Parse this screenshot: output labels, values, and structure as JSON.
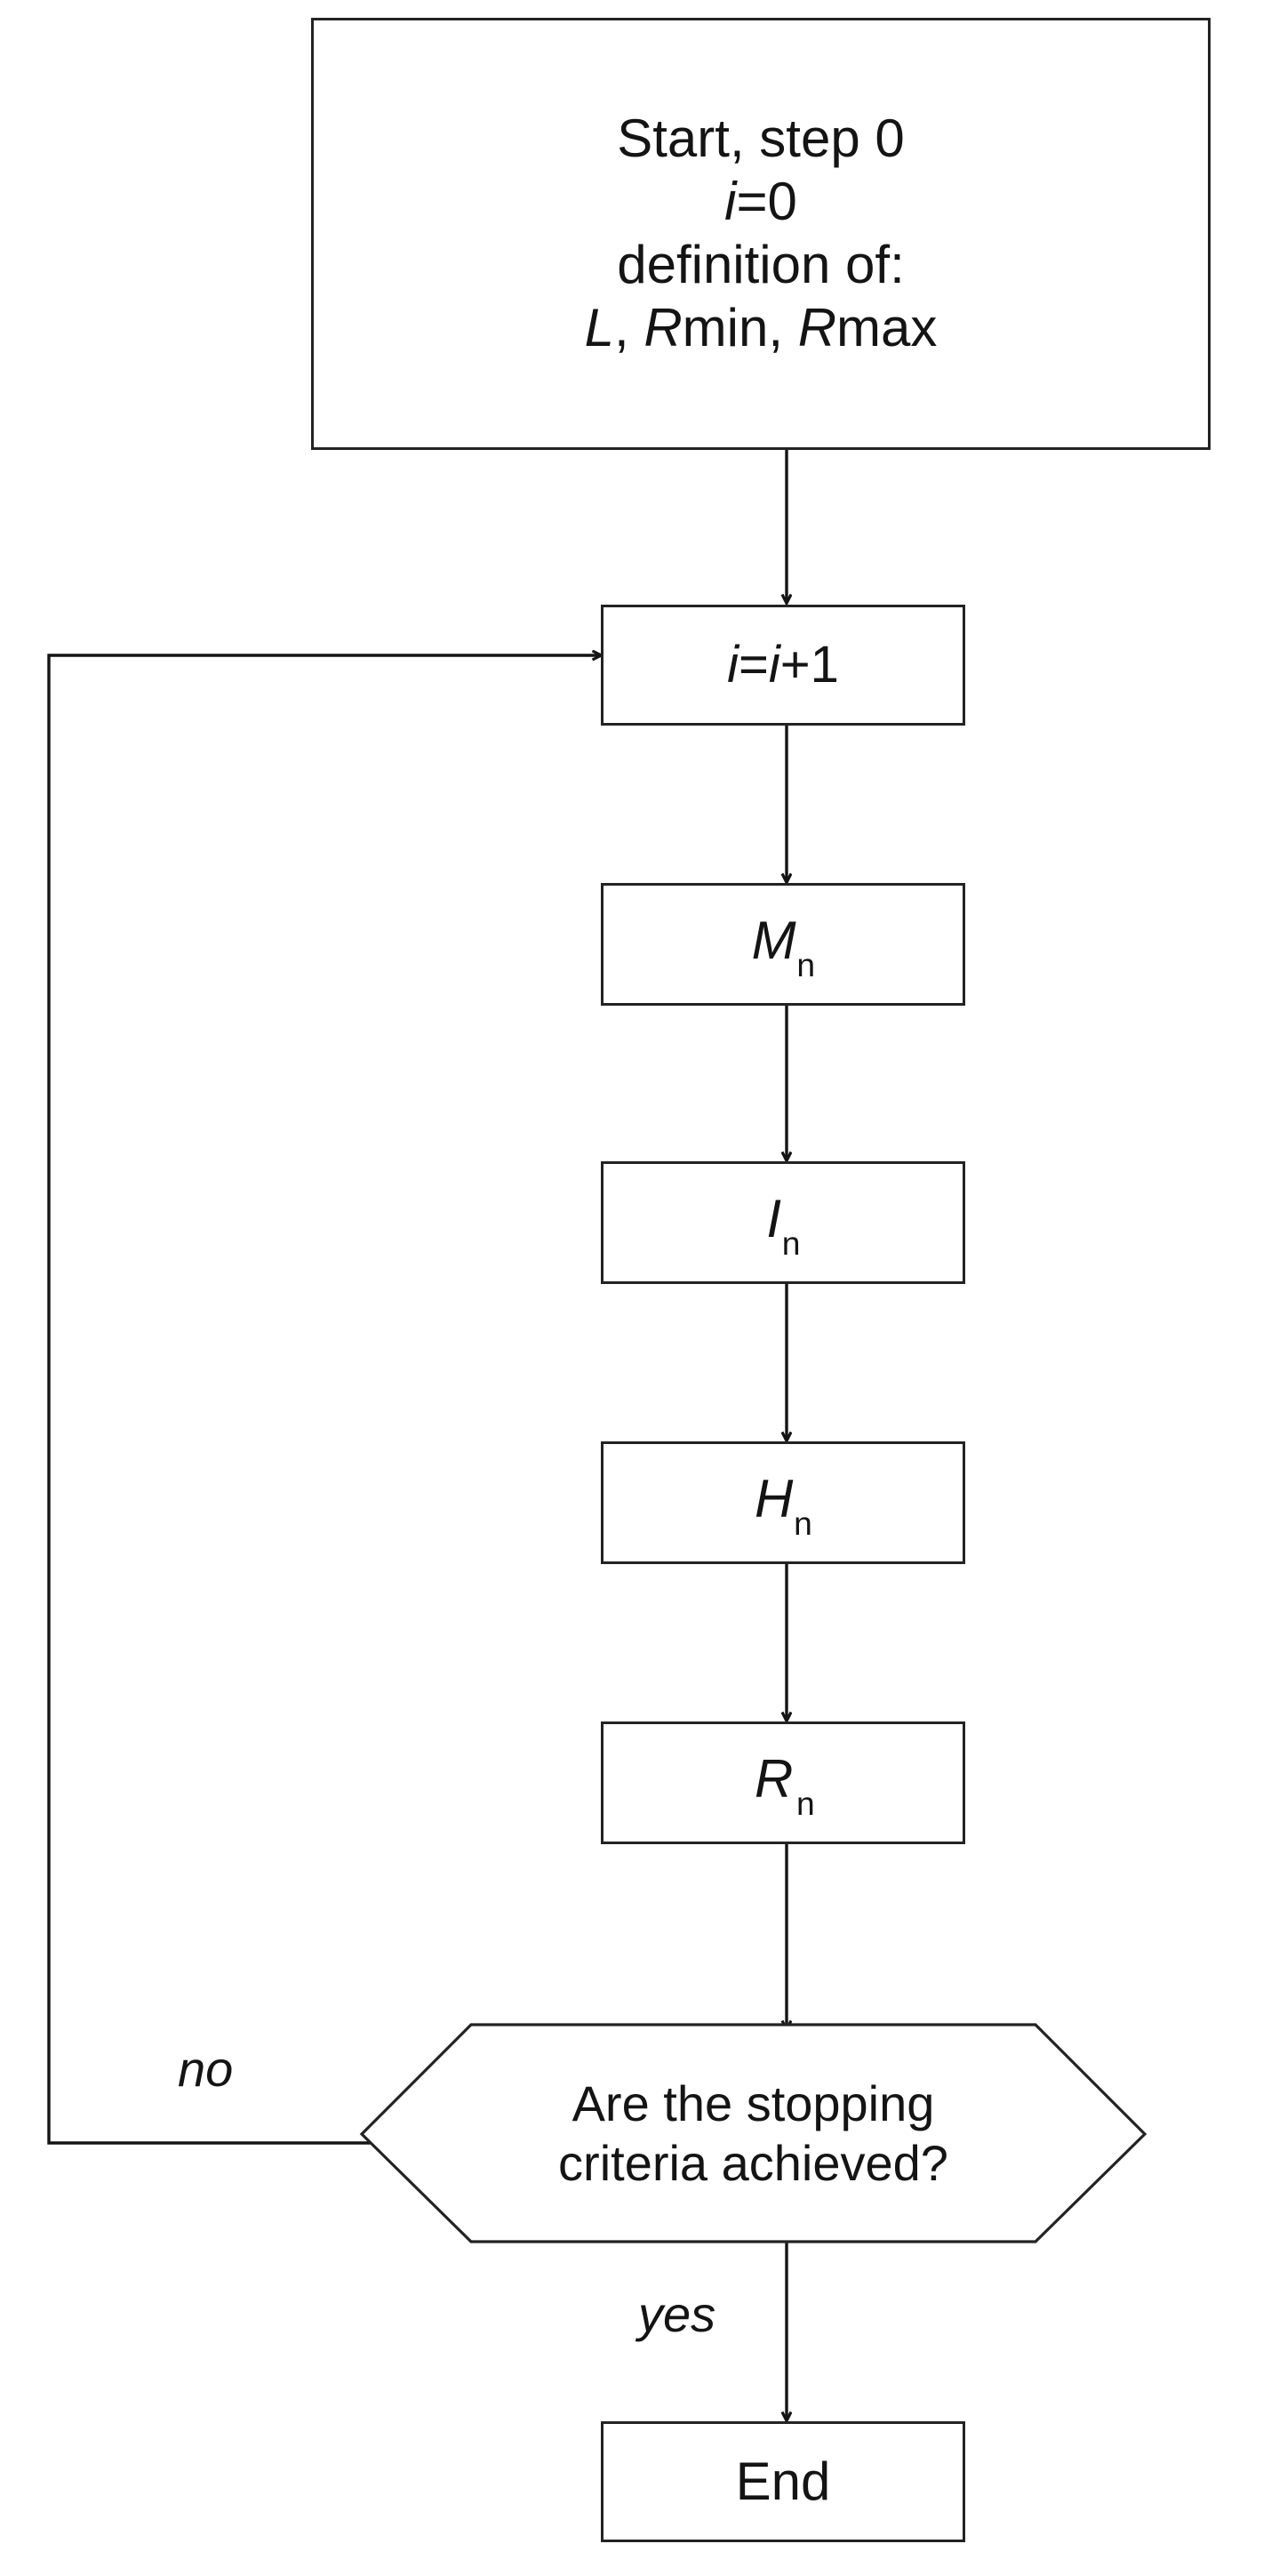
{
  "diagram": {
    "title": "Iterative algorithm flowchart",
    "type": "flowchart",
    "background_color": "#ffffff",
    "stroke_color": "#232323",
    "text_color": "#141414"
  },
  "nodes": {
    "start": {
      "shape": "rectangle",
      "line1": "Start, step 0",
      "line2_var": "i",
      "line2_rest": "=0",
      "line3": "definition of:",
      "line4_v1": "L",
      "line4_sep1": ", ",
      "line4_v2": "R",
      "line4_t2": "min",
      "line4_sep2": ", ",
      "line4_v3": "R",
      "line4_t3": "max"
    },
    "increment": {
      "shape": "rectangle",
      "var1": "i",
      "eq": "=",
      "var2": "i",
      "rest": "+1"
    },
    "m_step": {
      "shape": "rectangle",
      "symbol": "M",
      "subscript": "n"
    },
    "i_step": {
      "shape": "rectangle",
      "symbol": "I",
      "subscript": "n"
    },
    "h_step": {
      "shape": "rectangle",
      "symbol": "H",
      "subscript": "n"
    },
    "r_step": {
      "shape": "rectangle",
      "symbol": "R",
      "subscript": "n"
    },
    "decision": {
      "shape": "hexagon",
      "line1": "Are the stopping",
      "line2": "criteria achieved?"
    },
    "end": {
      "shape": "rectangle",
      "label": "End"
    }
  },
  "edge_labels": {
    "no": "no",
    "yes": "yes"
  }
}
